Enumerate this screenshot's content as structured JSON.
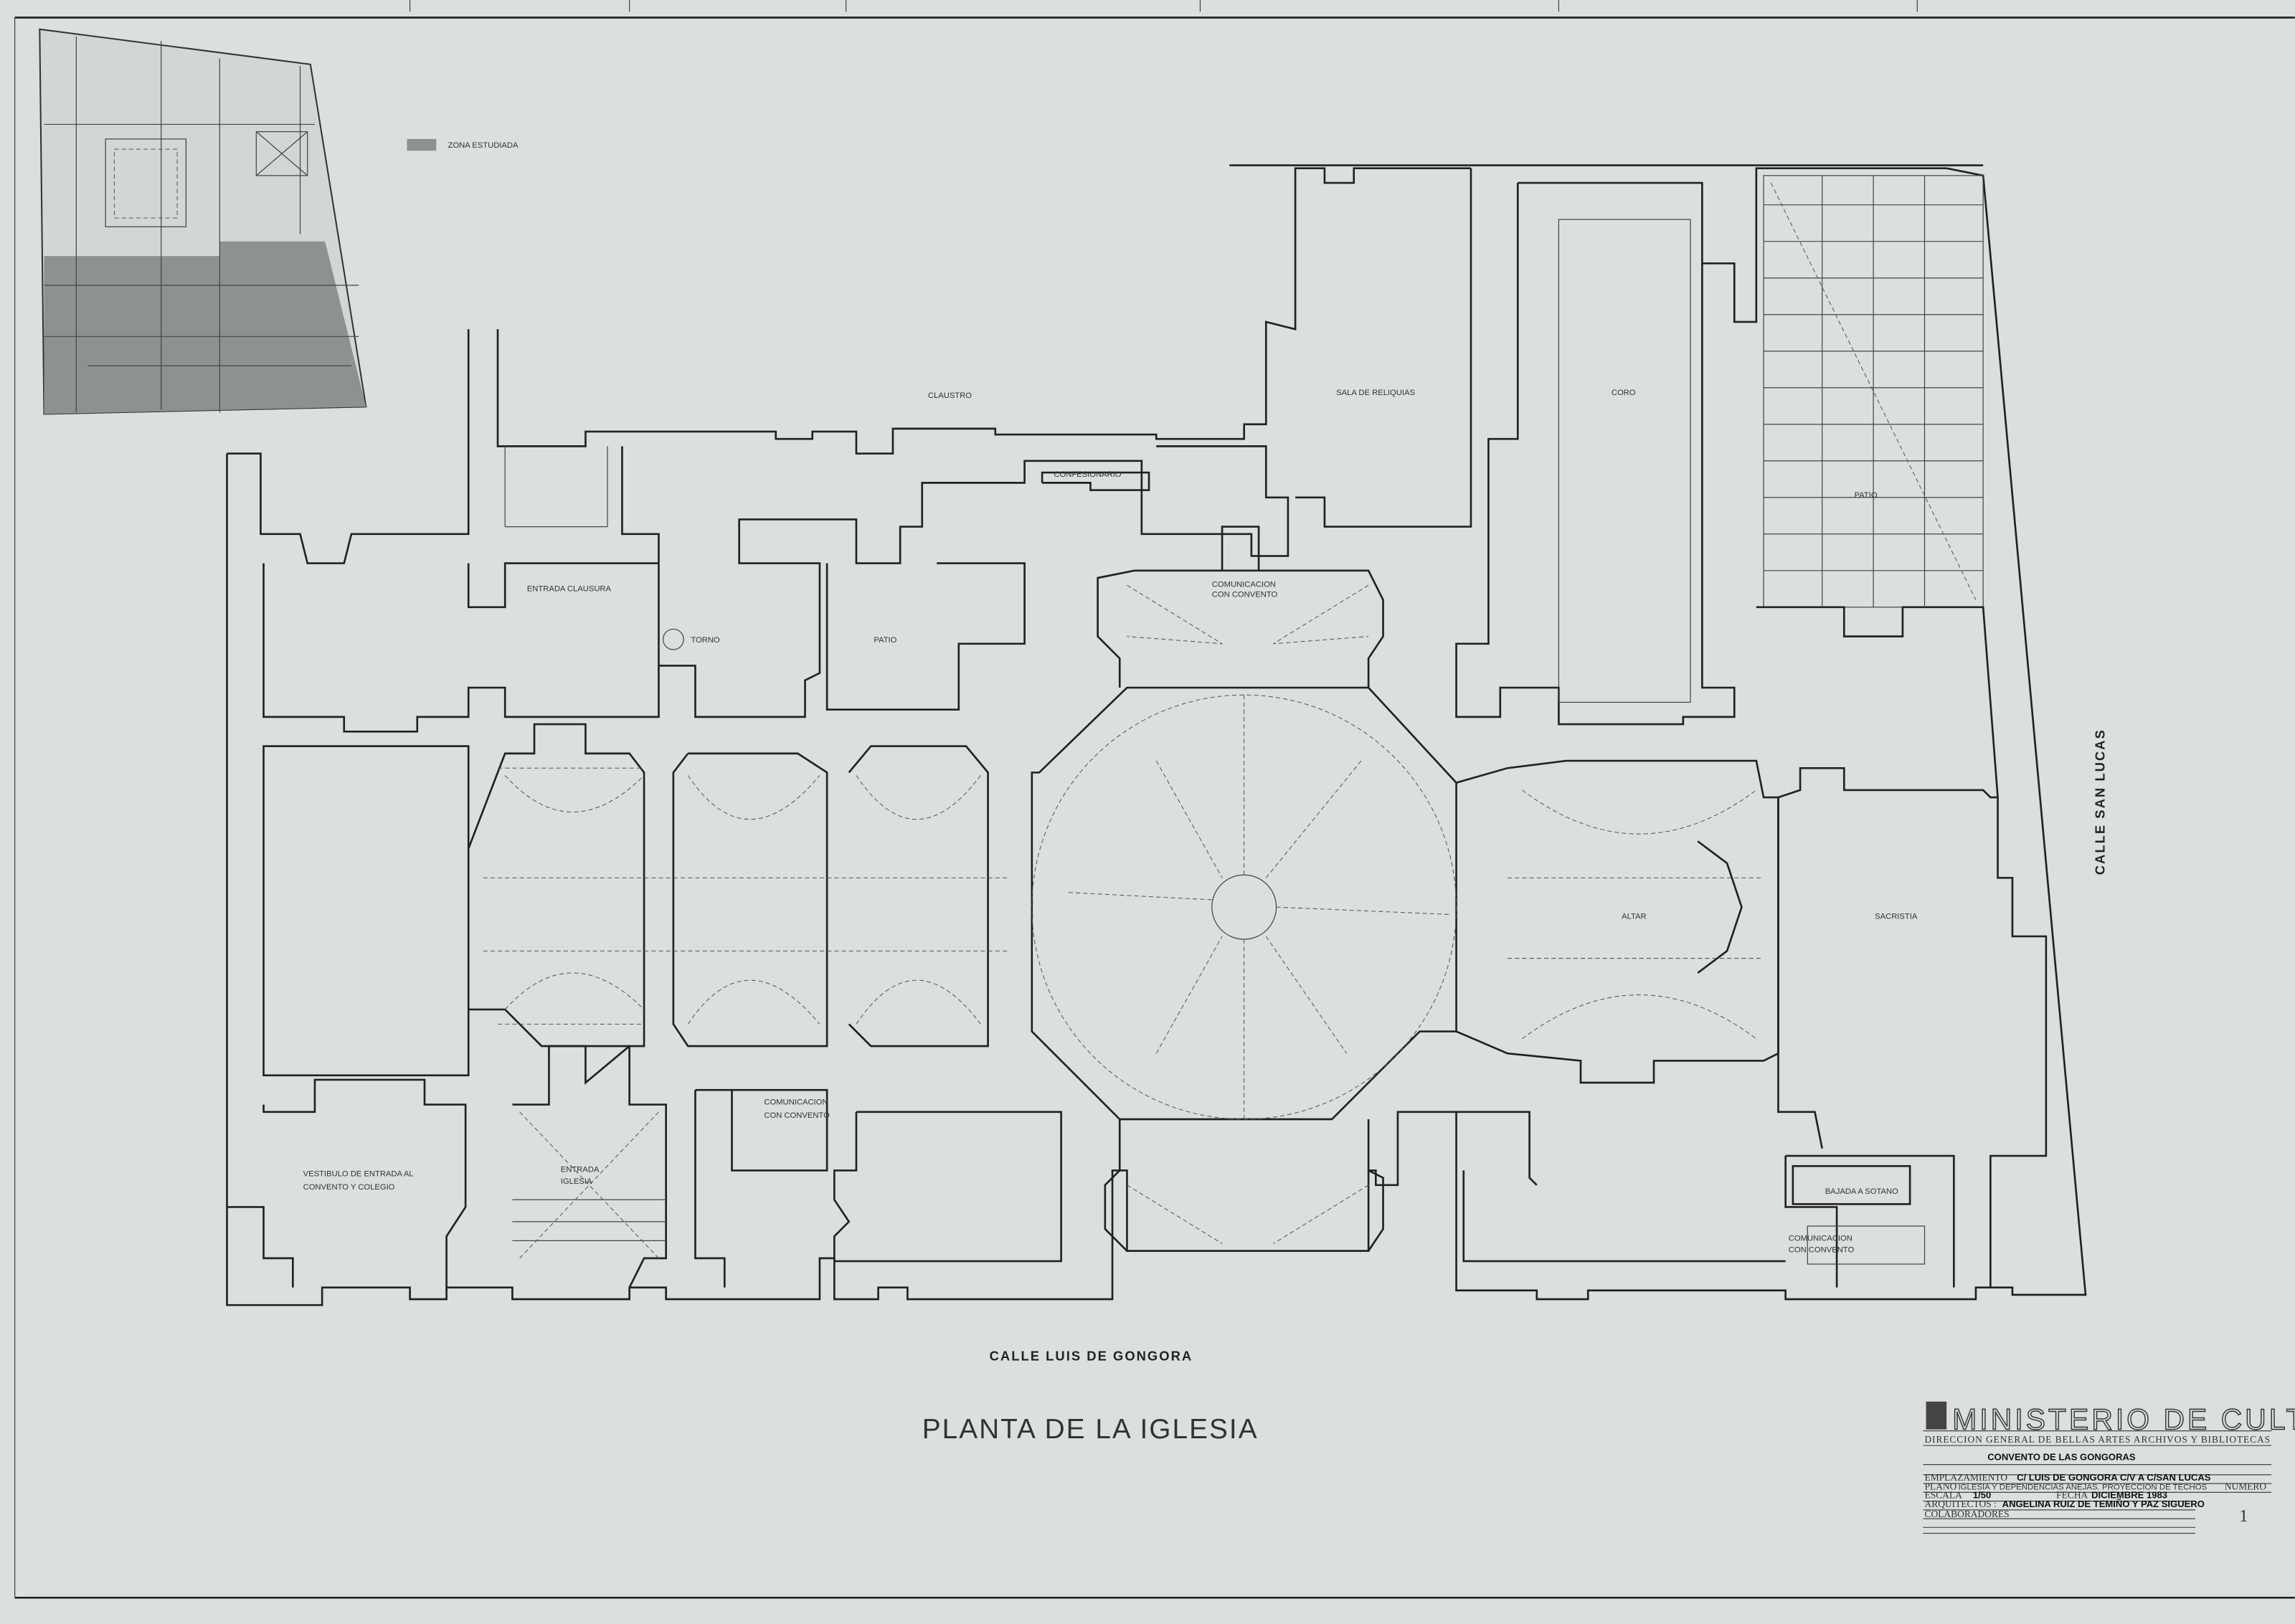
{
  "drawing": {
    "title": "PLANTA DE LA IGLESIA",
    "streets": {
      "south": "CALLE LUIS DE GONGORA",
      "east": "CALLE SAN LUCAS"
    },
    "legend": {
      "label": "ZONA ESTUDIADA",
      "swatch_color": "#8e9192"
    },
    "rooms": {
      "claustro": "CLAUSTRO",
      "sala_reliquias": "SALA DE RELIQUIAS",
      "coro": "CORO",
      "patio_east": "PATIO",
      "confesionario": "CONFESIONARIO",
      "entrada_clausura": "ENTRADA CLAUSURA",
      "torno": "TORNO",
      "patio_small": "PATIO",
      "comunicacion_1_a": "COMUNICACION",
      "comunicacion_1_b": "CON CONVENTO",
      "altar": "ALTAR",
      "sacristia": "SACRISTIA",
      "vestibulo_a": "VESTIBULO DE ENTRADA AL",
      "vestibulo_b": "CONVENTO Y COLEGIO",
      "entrada_iglesia_a": "ENTRADA",
      "entrada_iglesia_b": "IGLESIA",
      "comunicacion_2_a": "COMUNICACION",
      "comunicacion_2_b": "CON CONVENTO",
      "bajada_sotano": "BAJADA A SOTANO",
      "comunicacion_3_a": "COMUNICACION",
      "comunicacion_3_b": "CON CONVENTO"
    }
  },
  "title_block": {
    "ministry": "MINISTERIO DE CULTURA",
    "direction": "DIRECCION GENERAL DE BELLAS ARTES ARCHIVOS Y BIBLIOTECAS",
    "project": "CONVENTO DE LAS GONGORAS",
    "location_label": "EMPLAZAMIENTO",
    "location_value": "C/ LUIS DE GONGORA  C/V A C/SAN LUCAS",
    "plan_label": "PLANO",
    "plan_value": "IGLESIA Y DEPENDENCIAS ANEJAS. PROYECCION DE TECHOS",
    "number_label": "NUMERO",
    "number_value": "1",
    "scale_label": "ESCALA",
    "scale_value": "1/50",
    "date_label": "FECHA",
    "date_value": "DICIEMBRE 1983",
    "architects_label": "ARQUITECTOS :",
    "architects_value": "ANGELINA RUIZ DE TEMIÑO Y PAZ SIGUERO",
    "collaborators_label": "COLABORADORES"
  }
}
